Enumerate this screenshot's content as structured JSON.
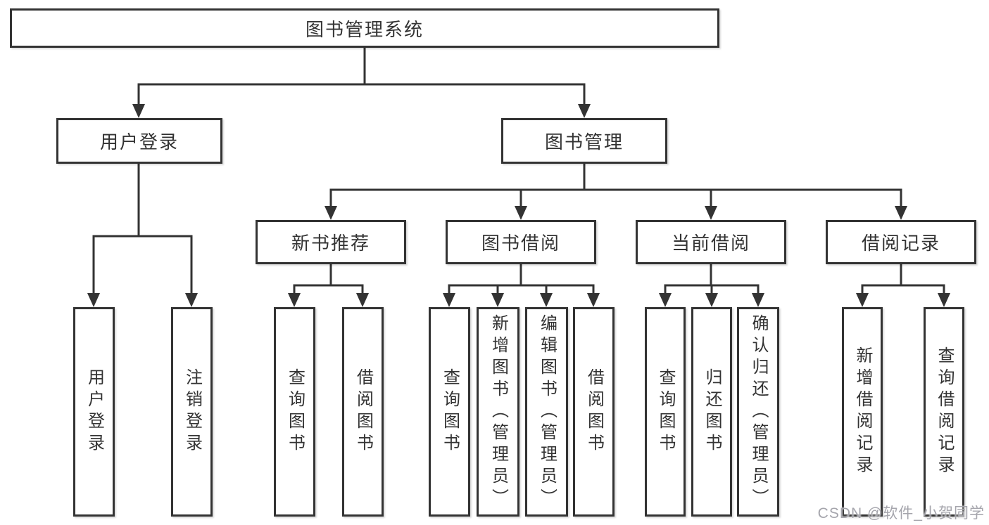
{
  "diagram": {
    "title": "图书管理系统",
    "tree": {
      "root": {
        "label": "图书管理系统"
      },
      "branches": [
        {
          "label": "用户登录",
          "children": [
            {
              "label": "用户登录"
            },
            {
              "label": "注销登录"
            }
          ]
        },
        {
          "label": "图书管理",
          "children": [
            {
              "label": "新书推荐",
              "children": [
                {
                  "label": "查询图书"
                },
                {
                  "label": "借阅图书"
                }
              ]
            },
            {
              "label": "图书借阅",
              "children": [
                {
                  "label": "查询图书"
                },
                {
                  "label": "新增图书（管理员）"
                },
                {
                  "label": "编辑图书（管理员）"
                },
                {
                  "label": "借阅图书"
                }
              ]
            },
            {
              "label": "当前借阅",
              "children": [
                {
                  "label": "查询图书"
                },
                {
                  "label": "归还图书"
                },
                {
                  "label": "确认归还（管理员）"
                }
              ]
            },
            {
              "label": "借阅记录",
              "children": [
                {
                  "label": "新增借阅记录"
                },
                {
                  "label": "查询借阅记录"
                }
              ]
            }
          ]
        }
      ]
    },
    "watermark": "CSDN @软件_小贺同学",
    "colors": {
      "line": "#333333",
      "box_background": "#ffffff",
      "watermark": "#a5a5ac"
    }
  }
}
